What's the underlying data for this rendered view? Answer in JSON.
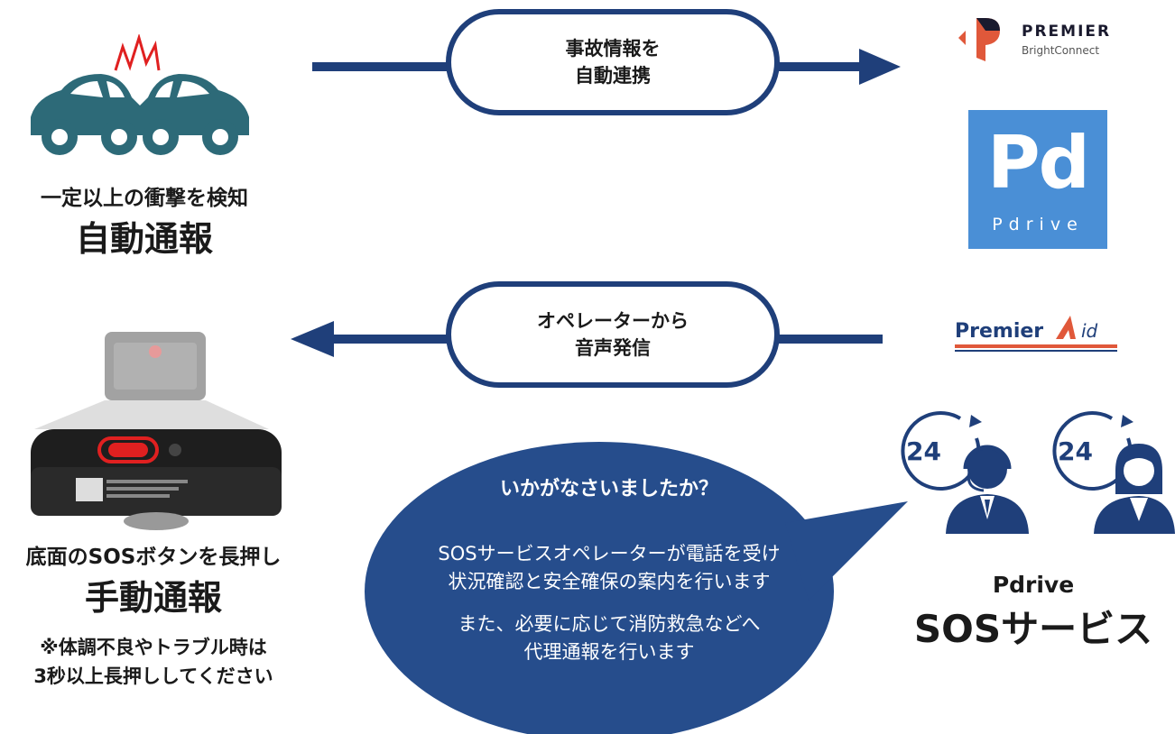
{
  "crash": {
    "sub_label": "一定以上の衝撃を検知",
    "main_label": "自動通報"
  },
  "top_flow": {
    "line1": "事故情報を",
    "line2": "自動連携"
  },
  "mid_flow": {
    "line1": "オペレーターから",
    "line2": "音声発信"
  },
  "premier_logo": {
    "name": "PREMIER",
    "tagline": "BrightConnect"
  },
  "pdrive_logo": {
    "mark": "Pd",
    "name": "Pdrive"
  },
  "premier_aid_logo": {
    "text": "Premier",
    "suffix": "id"
  },
  "device": {
    "sub_label": "底面のSOSボタンを長押し",
    "main_label": "手動通報",
    "note_line1": "※体調不良やトラブル時は",
    "note_line2": "3秒以上長押ししてください"
  },
  "bubble": {
    "title": "いかがなさいましたか？",
    "body_line1": "SOSサービスオペレーターが電話を受け",
    "body_line2": "状況確認と安全確保の案内を行います",
    "body_line3": "また、必要に応じて消防救急などへ",
    "body_line4": "代理通報を行います"
  },
  "operators": {
    "badge_left": "24",
    "badge_right": "24"
  },
  "sos_service": {
    "line1": "Pdrive",
    "line2": "SOSサービス"
  },
  "colors": {
    "navy": "#1f3f7a",
    "bubble": "#264d8c",
    "car": "#2d6a78",
    "pdrive_blue": "#4a8fd6",
    "premier_orange": "#e0583a",
    "sos_red": "#e02020"
  }
}
